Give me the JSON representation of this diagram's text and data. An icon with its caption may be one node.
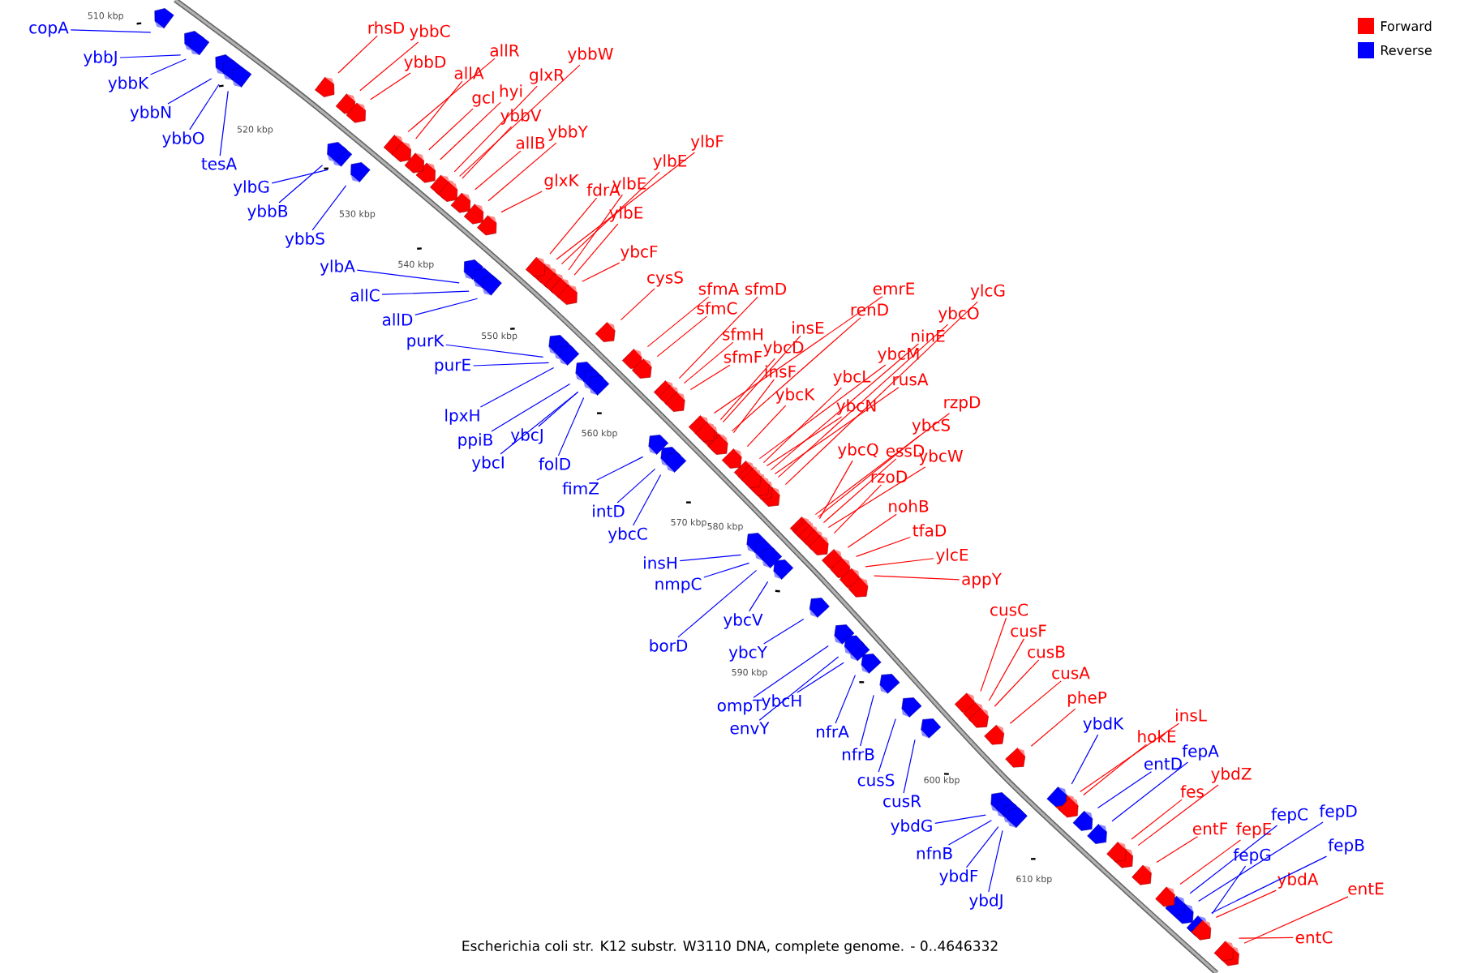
{
  "diagram": {
    "caption": "Escherichia coli str. K12 substr. W3110 DNA, complete genome. - 0..4646332",
    "nodes": [
      {
        "text": [
          "copA"
        ]
      },
      {
        "text": [
          "rhsD"
        ]
      },
      {
        "text": [
          "ybbC"
        ]
      },
      {
        "text": [
          "allR"
        ]
      },
      {
        "text": [
          "ybbW"
        ]
      },
      {
        "text": [
          "ybbJ"
        ]
      },
      {
        "text": [
          "ybbD"
        ]
      },
      {
        "text": [
          "allA"
        ]
      },
      {
        "text": [
          "glxR"
        ]
      },
      {
        "text": [
          "ybbK"
        ]
      },
      {
        "text": [
          "hyi"
        ]
      },
      {
        "text": [
          "gcl"
        ]
      },
      {
        "text": [
          "ybbN"
        ]
      },
      {
        "text": [
          "ybbV"
        ]
      },
      {
        "text": [
          "ybbY"
        ]
      },
      {
        "text": [
          "ybbO"
        ]
      },
      {
        "text": [
          "allB"
        ]
      },
      {
        "text": [
          "ylbF"
        ]
      },
      {
        "text": [
          "ylbE"
        ]
      },
      {
        "text": [
          "tesA"
        ]
      },
      {
        "text": [
          "glxK"
        ]
      },
      {
        "text": [
          "ylbE"
        ]
      },
      {
        "text": [
          "ylbG"
        ]
      },
      {
        "text": [
          "fdrA"
        ]
      },
      {
        "text": [
          "ybbB"
        ]
      },
      {
        "text": [
          "ylbE"
        ]
      },
      {
        "text": [
          "ybbS"
        ]
      },
      {
        "text": [
          "ybcF"
        ]
      },
      {
        "text": [
          "ylbA"
        ]
      },
      {
        "text": [
          "cysS"
        ]
      },
      {
        "text": [
          "sfmA"
        ]
      },
      {
        "text": [
          "sfmD"
        ]
      },
      {
        "text": [
          "emrE"
        ]
      },
      {
        "text": [
          "ylcG"
        ]
      },
      {
        "text": [
          "allC"
        ]
      },
      {
        "text": [
          "sfmC"
        ]
      },
      {
        "text": [
          "renD"
        ]
      },
      {
        "text": [
          "ybcO"
        ]
      },
      {
        "text": [
          "allD"
        ]
      },
      {
        "text": [
          "insE"
        ]
      },
      {
        "text": [
          "sfmH"
        ]
      },
      {
        "text": [
          "ninE"
        ]
      },
      {
        "text": [
          "purK"
        ]
      },
      {
        "text": [
          "ybcD"
        ]
      },
      {
        "text": [
          "ybcM"
        ]
      },
      {
        "text": [
          "sfmF"
        ]
      },
      {
        "text": [
          "purE"
        ]
      },
      {
        "text": [
          "insF"
        ]
      },
      {
        "text": [
          "ybcL"
        ]
      },
      {
        "text": [
          "rusA"
        ]
      },
      {
        "text": [
          "ybcK"
        ]
      },
      {
        "text": [
          "rzpD"
        ]
      },
      {
        "text": [
          "ybcN"
        ]
      },
      {
        "text": [
          "lpxH"
        ]
      },
      {
        "text": [
          "ybcS"
        ]
      },
      {
        "text": [
          "ybcJ"
        ]
      },
      {
        "text": [
          "ppiB"
        ]
      },
      {
        "text": [
          "ybcQ"
        ]
      },
      {
        "text": [
          "essD"
        ]
      },
      {
        "text": [
          "ybcW"
        ]
      },
      {
        "text": [
          "ybcI"
        ]
      },
      {
        "text": [
          "folD"
        ]
      },
      {
        "text": [
          "rzoD"
        ]
      },
      {
        "text": [
          "fimZ"
        ]
      },
      {
        "text": [
          "nohB"
        ]
      },
      {
        "text": [
          "intD"
        ]
      },
      {
        "text": [
          "tfaD"
        ]
      },
      {
        "text": [
          "ybcC"
        ]
      },
      {
        "text": [
          "ylcE"
        ]
      },
      {
        "text": [
          "insH"
        ]
      },
      {
        "text": [
          "appY"
        ]
      },
      {
        "text": [
          "nmpC"
        ]
      },
      {
        "text": [
          "ybcV"
        ]
      },
      {
        "text": [
          "cusC"
        ]
      },
      {
        "text": [
          "cusF"
        ]
      },
      {
        "text": [
          "borD"
        ]
      },
      {
        "text": [
          "cusB"
        ]
      },
      {
        "text": [
          "ybcY"
        ]
      },
      {
        "text": [
          "cusA"
        ]
      },
      {
        "text": [
          "pheP"
        ]
      },
      {
        "text": [
          "ybcH"
        ]
      },
      {
        "text": [
          "ompT"
        ]
      },
      {
        "text": [
          "insL"
        ]
      },
      {
        "text": [
          "ybdK"
        ]
      },
      {
        "text": [
          "envY"
        ]
      },
      {
        "text": [
          "nfrA"
        ]
      },
      {
        "text": [
          "hokE"
        ]
      },
      {
        "text": [
          "fepA"
        ]
      },
      {
        "text": [
          "nfrB"
        ]
      },
      {
        "text": [
          "entD"
        ]
      },
      {
        "text": [
          "ybdZ"
        ]
      },
      {
        "text": [
          "cusS"
        ]
      },
      {
        "text": [
          "fes"
        ]
      },
      {
        "text": [
          "cusR"
        ]
      },
      {
        "text": [
          "fepD"
        ]
      },
      {
        "text": [
          "fepC"
        ]
      },
      {
        "text": [
          "ybdG"
        ]
      },
      {
        "text": [
          "entF"
        ]
      },
      {
        "text": [
          "fepE"
        ]
      },
      {
        "text": [
          "nfnB"
        ]
      },
      {
        "text": [
          "fepG"
        ]
      },
      {
        "text": [
          "fepB"
        ]
      },
      {
        "text": [
          "ybdF"
        ]
      },
      {
        "text": [
          "ybdA"
        ]
      },
      {
        "text": [
          "entE"
        ]
      },
      {
        "text": [
          "ybdJ"
        ]
      },
      {
        "text": [
          "entC"
        ]
      }
    ],
    "edges": [
      {
        "from": 0,
        "to": null,
        "arrow": "none",
        "color": "#0000ff"
      },
      {
        "from": 1,
        "to": null,
        "arrow": "none"
      },
      {
        "from": 2,
        "to": null,
        "arrow": "none"
      },
      {
        "from": 3,
        "to": null,
        "arrow": "none"
      },
      {
        "from": 4,
        "to": null,
        "arrow": "none"
      },
      {
        "from": 5,
        "to": null,
        "arrow": "none",
        "color": "#0000ff"
      },
      {
        "from": 6,
        "to": null,
        "arrow": "none"
      },
      {
        "from": 7,
        "to": null,
        "arrow": "none"
      },
      {
        "from": 8,
        "to": null,
        "arrow": "none"
      },
      {
        "from": 9,
        "to": null,
        "arrow": "none",
        "color": "#0000ff"
      },
      {
        "from": 10,
        "to": null,
        "arrow": "none"
      },
      {
        "from": 11,
        "to": null,
        "arrow": "none"
      },
      {
        "from": 12,
        "to": null,
        "arrow": "none",
        "color": "#0000ff"
      },
      {
        "from": 13,
        "to": null,
        "arrow": "none"
      },
      {
        "from": 14,
        "to": null,
        "arrow": "none"
      },
      {
        "from": 15,
        "to": null,
        "arrow": "none",
        "color": "#0000ff"
      },
      {
        "from": 16,
        "to": null,
        "arrow": "none"
      },
      {
        "from": 17,
        "to": null,
        "arrow": "none"
      },
      {
        "from": 18,
        "to": null,
        "arrow": "none"
      },
      {
        "from": 19,
        "to": null,
        "arrow": "none",
        "color": "#0000ff"
      },
      {
        "from": 20,
        "to": null,
        "arrow": "none"
      },
      {
        "from": 21,
        "to": null,
        "arrow": "none"
      },
      {
        "from": 22,
        "to": null,
        "arrow": "none",
        "color": "#0000ff"
      },
      {
        "from": 23,
        "to": null,
        "arrow": "none"
      },
      {
        "from": 24,
        "to": null,
        "arrow": "none",
        "color": "#0000ff"
      },
      {
        "from": 25,
        "to": null,
        "arrow": "none"
      },
      {
        "from": 26,
        "to": null,
        "arrow": "none",
        "color": "#0000ff"
      },
      {
        "from": 27,
        "to": null,
        "arrow": "none"
      },
      {
        "from": 28,
        "to": null,
        "arrow": "none",
        "color": "#0000ff"
      },
      {
        "from": 29,
        "to": null,
        "arrow": "none"
      },
      {
        "from": 30,
        "to": null,
        "arrow": "none"
      },
      {
        "from": 31,
        "to": null,
        "arrow": "none"
      },
      {
        "from": 32,
        "to": null,
        "arrow": "none"
      },
      {
        "from": 33,
        "to": null,
        "arrow": "none"
      },
      {
        "from": 34,
        "to": null,
        "arrow": "none",
        "color": "#0000ff"
      },
      {
        "from": 35,
        "to": null,
        "arrow": "none"
      },
      {
        "from": 36,
        "to": null,
        "arrow": "none"
      },
      {
        "from": 37,
        "to": null,
        "arrow": "none"
      },
      {
        "from": 38,
        "to": null,
        "arrow": "none",
        "color": "#0000ff"
      },
      {
        "from": 39,
        "to": null,
        "arrow": "none"
      },
      {
        "from": 40,
        "to": null,
        "arrow": "none"
      },
      {
        "from": 41,
        "to": null,
        "arrow": "none"
      },
      {
        "from": 42,
        "to": null,
        "arrow": "none",
        "color": "#0000ff"
      },
      {
        "from": 43,
        "to": null,
        "arrow": "none"
      },
      {
        "from": 44,
        "to": null,
        "arrow": "none"
      },
      {
        "from": 45,
        "to": null,
        "arrow": "none"
      },
      {
        "from": 46,
        "to": null,
        "arrow": "none",
        "color": "#0000ff"
      },
      {
        "from": 47,
        "to": null,
        "arrow": "none"
      },
      {
        "from": 48,
        "to": null,
        "arrow": "none"
      },
      {
        "from": 49,
        "to": null,
        "arrow": "none"
      },
      {
        "from": 50,
        "to": null,
        "arrow": "none"
      },
      {
        "from": 51,
        "to": null,
        "arrow": "none"
      },
      {
        "from": 52,
        "to": null,
        "arrow": "none"
      },
      {
        "from": 53,
        "to": null,
        "arrow": "none",
        "color": "#0000ff"
      },
      {
        "from": 54,
        "to": null,
        "arrow": "none"
      },
      {
        "from": 55,
        "to": null,
        "arrow": "none",
        "color": "#0000ff"
      },
      {
        "from": 56,
        "to": null,
        "arrow": "none",
        "color": "#0000ff"
      },
      {
        "from": 57,
        "to": null,
        "arrow": "none"
      },
      {
        "from": 58,
        "to": null,
        "arrow": "none"
      },
      {
        "from": 59,
        "to": null,
        "arrow": "none"
      },
      {
        "from": 60,
        "to": null,
        "arrow": "none",
        "color": "#0000ff"
      },
      {
        "from": 61,
        "to": null,
        "arrow": "none",
        "color": "#0000ff"
      },
      {
        "from": 62,
        "to": null,
        "arrow": "none"
      },
      {
        "from": 63,
        "to": null,
        "arrow": "none",
        "color": "#0000ff"
      },
      {
        "from": 64,
        "to": null,
        "arrow": "none"
      },
      {
        "from": 65,
        "to": null,
        "arrow": "none",
        "color": "#0000ff"
      },
      {
        "from": 66,
        "to": null,
        "arrow": "none"
      },
      {
        "from": 67,
        "to": null,
        "arrow": "none",
        "color": "#0000ff"
      },
      {
        "from": 68,
        "to": null,
        "arrow": "none"
      },
      {
        "from": 69,
        "to": null,
        "arrow": "none",
        "color": "#0000ff"
      },
      {
        "from": 70,
        "to": null,
        "arrow": "none"
      },
      {
        "from": 71,
        "to": null,
        "arrow": "none",
        "color": "#0000ff"
      },
      {
        "from": 72,
        "to": null,
        "arrow": "none",
        "color": "#0000ff"
      },
      {
        "from": 73,
        "to": null,
        "arrow": "none"
      },
      {
        "from": 74,
        "to": null,
        "arrow": "none"
      },
      {
        "from": 75,
        "to": null,
        "arrow": "none",
        "color": "#0000ff"
      },
      {
        "from": 76,
        "to": null,
        "arrow": "none"
      },
      {
        "from": 77,
        "to": null,
        "arrow": "none",
        "color": "#0000ff"
      },
      {
        "from": 78,
        "to": null,
        "arrow": "none"
      },
      {
        "from": 79,
        "to": null,
        "arrow": "none"
      },
      {
        "from": 80,
        "to": null,
        "arrow": "none",
        "color": "#0000ff"
      },
      {
        "from": 81,
        "to": null,
        "arrow": "none",
        "color": "#0000ff"
      },
      {
        "from": 82,
        "to": null,
        "arrow": "none"
      },
      {
        "from": 83,
        "to": null,
        "arrow": "none",
        "color": "#0000ff"
      },
      {
        "from": 84,
        "to": null,
        "arrow": "none",
        "color": "#0000ff"
      },
      {
        "from": 85,
        "to": null,
        "arrow": "none",
        "color": "#0000ff"
      },
      {
        "from": 86,
        "to": null,
        "arrow": "none"
      },
      {
        "from": 87,
        "to": null,
        "arrow": "none",
        "color": "#0000ff"
      },
      {
        "from": 88,
        "to": null,
        "arrow": "none",
        "color": "#0000ff"
      },
      {
        "from": 89,
        "to": null,
        "arrow": "none",
        "color": "#0000ff"
      },
      {
        "from": 90,
        "to": null,
        "arrow": "none"
      },
      {
        "from": 91,
        "to": null,
        "arrow": "none",
        "color": "#0000ff"
      },
      {
        "from": 92,
        "to": null,
        "arrow": "none"
      },
      {
        "from": 93,
        "to": null,
        "arrow": "none",
        "color": "#0000ff"
      },
      {
        "from": 94,
        "to": null,
        "arrow": "none",
        "color": "#0000ff"
      },
      {
        "from": 95,
        "to": null,
        "arrow": "none",
        "color": "#0000ff"
      },
      {
        "from": 96,
        "to": null,
        "arrow": "none",
        "color": "#0000ff"
      },
      {
        "from": 97,
        "to": null,
        "arrow": "none"
      },
      {
        "from": 98,
        "to": null,
        "arrow": "none"
      },
      {
        "from": 99,
        "to": null,
        "arrow": "none",
        "color": "#0000ff"
      },
      {
        "from": 100,
        "to": null,
        "arrow": "none",
        "color": "#0000ff"
      },
      {
        "from": 101,
        "to": null,
        "arrow": "none",
        "color": "#0000ff"
      },
      {
        "from": 102,
        "to": null,
        "arrow": "none",
        "color": "#0000ff"
      },
      {
        "from": 103,
        "to": null,
        "arrow": "none"
      },
      {
        "from": 104,
        "to": null,
        "arrow": "none"
      },
      {
        "from": 105,
        "to": null,
        "arrow": "none",
        "color": "#0000ff"
      },
      {
        "from": 106,
        "to": null,
        "arrow": "none"
      }
    ],
    "labels": [
      "510 kbp",
      "520 kbp",
      "530 kbp",
      "540 kbp",
      "550 kbp",
      "560 kbp",
      "570 kbp",
      "580 kbp",
      "590 kbp",
      "600 kbp",
      "610 kbp"
    ],
    "legend": [
      {
        "text": "Forward",
        "color": "#ff0000"
      },
      {
        "text": "Reverse",
        "color": "#0000ff"
      }
    ]
  }
}
